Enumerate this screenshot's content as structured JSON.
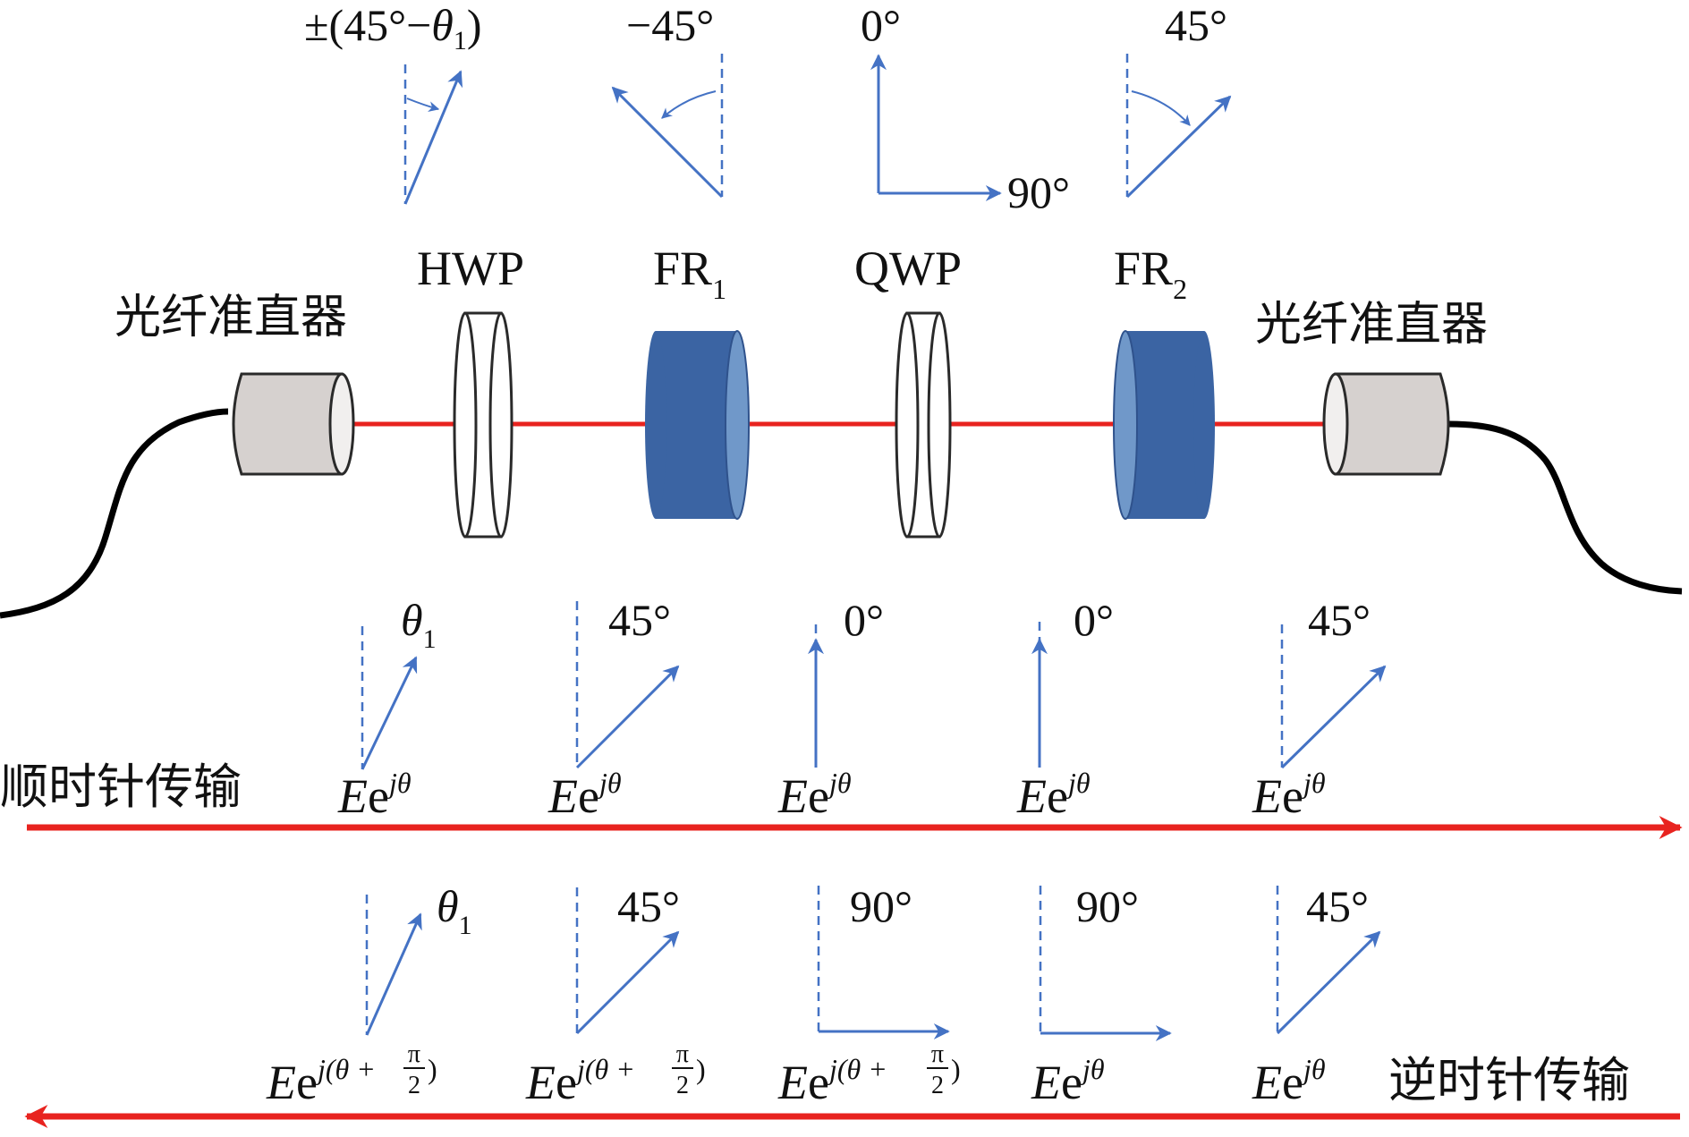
{
  "colors": {
    "vector": "#4472c4",
    "beam": "#e8231f",
    "rotator": "#3b64a3",
    "rotator_face": "#7098c9",
    "collimator": "#d6d1cf",
    "fiber": "#000000",
    "text": "#111111"
  },
  "components": {
    "collimator_left": "光纤准直器",
    "collimator_right": "光纤准直器",
    "hwp": "HWP",
    "fr1": {
      "base": "FR",
      "sub": "1"
    },
    "qwp": "QWP",
    "fr2": {
      "base": "FR",
      "sub": "2"
    }
  },
  "top_angles": {
    "hwp": {
      "prefix": "±(45°−",
      "theta": "θ",
      "sub": "1",
      "suffix": ")"
    },
    "fr1": "−45°",
    "qwp_vertical": "0°",
    "qwp_horizontal": "90°",
    "fr2": "45°"
  },
  "clockwise": {
    "label": "顺时针传输",
    "angles": [
      {
        "theta": "θ",
        "sub": "1"
      },
      {
        "text": "45°"
      },
      {
        "text": "0°"
      },
      {
        "text": "0°"
      },
      {
        "text": "45°"
      }
    ],
    "fields": [
      {
        "base": "E",
        "e": "e",
        "sup": "jθ"
      },
      {
        "base": "E",
        "e": "e",
        "sup": "jθ"
      },
      {
        "base": "E",
        "e": "e",
        "sup": "jθ"
      },
      {
        "base": "E",
        "e": "e",
        "sup": "jθ"
      },
      {
        "base": "E",
        "e": "e",
        "sup": "jθ"
      }
    ]
  },
  "counterclockwise": {
    "label": "逆时针传输",
    "angles": [
      {
        "theta": "θ",
        "sub": "1"
      },
      {
        "text": "45°"
      },
      {
        "text": "90°"
      },
      {
        "text": "90°"
      },
      {
        "text": "45°"
      }
    ],
    "fields": [
      {
        "base": "E",
        "e": "e",
        "sup": "j(θ + ",
        "num": "π",
        "den": "2",
        "close": ")"
      },
      {
        "base": "E",
        "e": "e",
        "sup": "j(θ + ",
        "num": "π",
        "den": "2",
        "close": ")"
      },
      {
        "base": "E",
        "e": "e",
        "sup": "j(θ + ",
        "num": "π",
        "den": "2",
        "close": ")"
      },
      {
        "base": "E",
        "e": "e",
        "sup": "jθ"
      },
      {
        "base": "E",
        "e": "e",
        "sup": "jθ"
      }
    ]
  }
}
